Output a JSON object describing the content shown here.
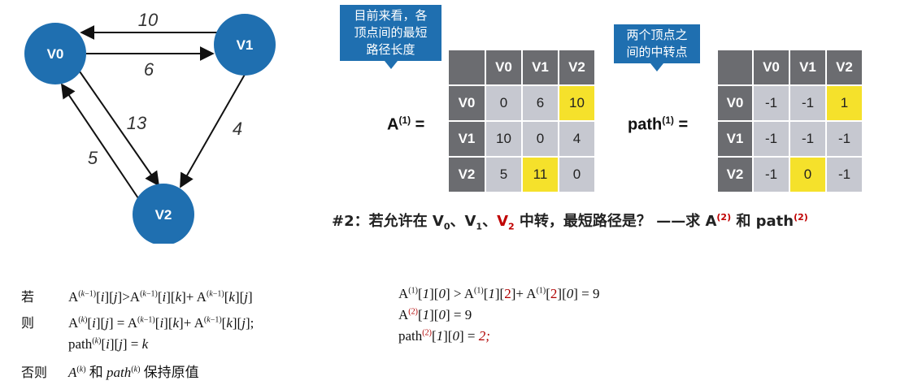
{
  "graph": {
    "nodes": [
      {
        "id": "v0",
        "label": "V0"
      },
      {
        "id": "v1",
        "label": "V1"
      },
      {
        "id": "v2",
        "label": "V2"
      }
    ],
    "edges": [
      {
        "from": "V1",
        "to": "V0",
        "weight": "10"
      },
      {
        "from": "V0",
        "to": "V1",
        "weight": "6"
      },
      {
        "from": "V0",
        "to": "V2",
        "weight": "13"
      },
      {
        "from": "V1",
        "to": "V2",
        "weight": "4"
      },
      {
        "from": "V2",
        "to": "V0",
        "weight": "5"
      }
    ],
    "node_color": "#1f6fb0"
  },
  "callout_a": {
    "lines": [
      "目前来看，各",
      "顶点间的最短",
      "路径长度"
    ]
  },
  "callout_path": {
    "lines": [
      "两个顶点之",
      "间的中转点"
    ]
  },
  "matrix_a": {
    "label": "A",
    "sup": "(1)",
    "eq": " =",
    "headers": [
      "V0",
      "V1",
      "V2"
    ],
    "rows": [
      {
        "head": "V0",
        "cells": [
          "0",
          "6",
          "10"
        ]
      },
      {
        "head": "V1",
        "cells": [
          "10",
          "0",
          "4"
        ]
      },
      {
        "head": "V2",
        "cells": [
          "5",
          "11",
          "0"
        ]
      }
    ],
    "highlight_color": "#f5e12b"
  },
  "matrix_path": {
    "label": "path",
    "sup": "(1)",
    "eq": " =",
    "headers": [
      "V0",
      "V1",
      "V2"
    ],
    "rows": [
      {
        "head": "V0",
        "cells": [
          "-1",
          "-1",
          "1"
        ]
      },
      {
        "head": "V1",
        "cells": [
          "-1",
          "-1",
          "-1"
        ]
      },
      {
        "head": "V2",
        "cells": [
          "-1",
          "0",
          "-1"
        ]
      }
    ]
  },
  "question": {
    "prefix": "#2：若允许在 V",
    "sub0": "0",
    "sep1": "、V",
    "sub1": "1",
    "sep2": "、",
    "v2": "V",
    "sub2": "2",
    "mid": " 中转，最短路径是？ ——求 A",
    "sup_a": "(2)",
    "and": " 和 path",
    "sup_path": "(2)"
  },
  "rule": {
    "kw_if": "若",
    "kw_then": "则",
    "kw_else": "否则",
    "else_tail": "保持原值",
    "and_word": "和"
  },
  "calc": {
    "result1": "9",
    "result2": "9",
    "result3": "2;"
  }
}
